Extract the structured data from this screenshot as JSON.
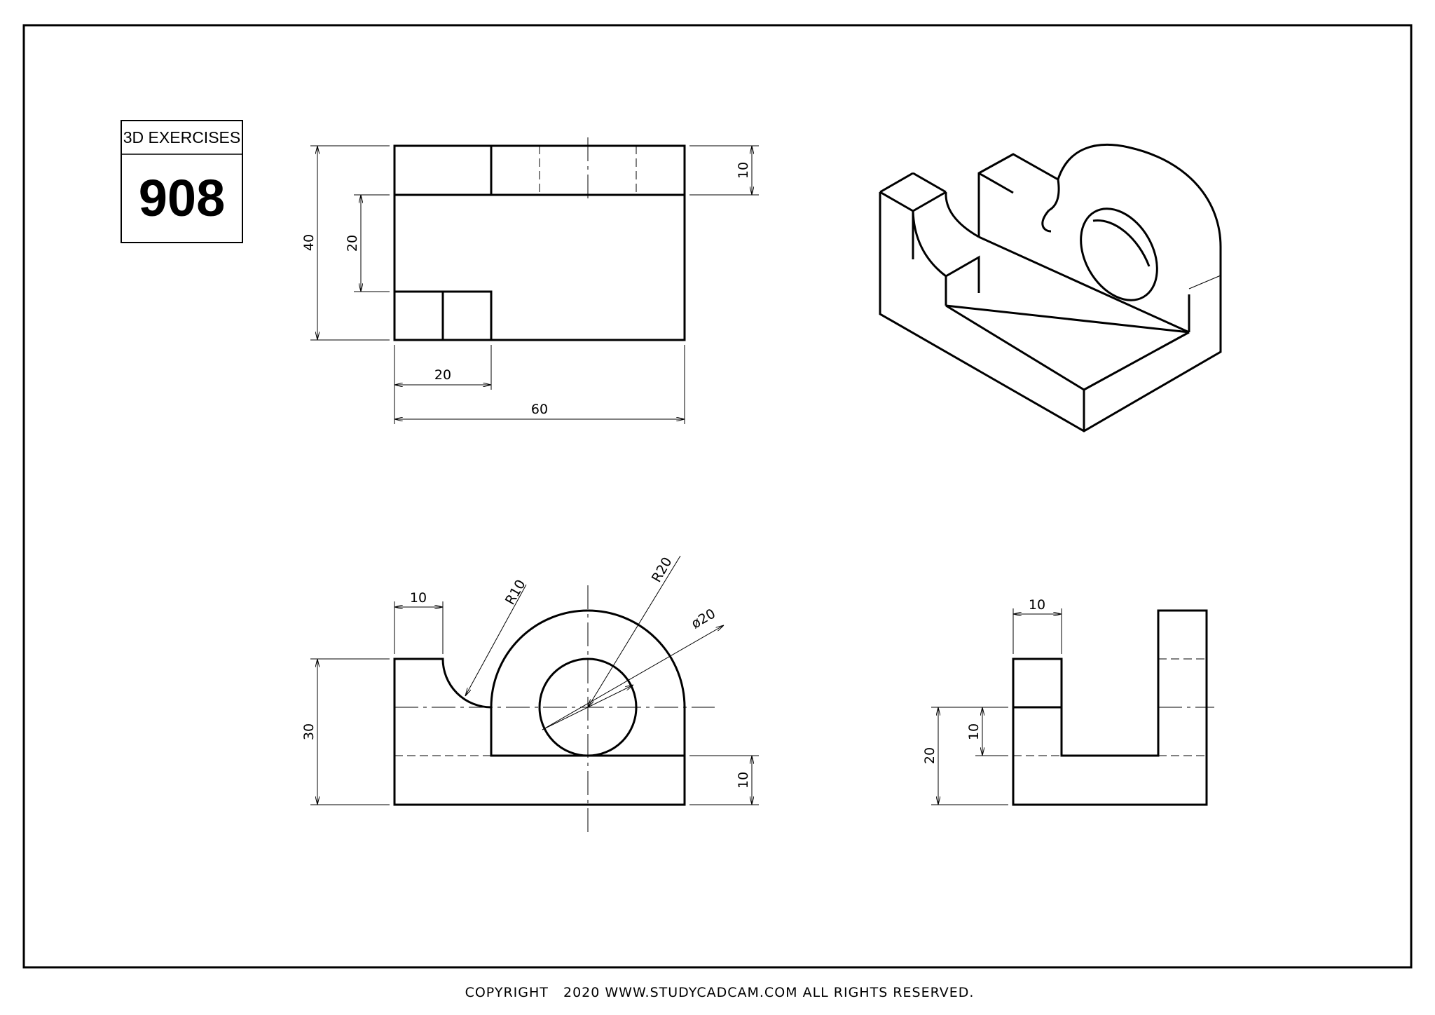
{
  "badge": {
    "title": "3D EXERCISES",
    "number": "908"
  },
  "top_view": {
    "dims": {
      "depth_total": "40",
      "slot_depth": "20",
      "wall_thickness": "10",
      "notch_width": "20",
      "length_total": "60"
    }
  },
  "front_view": {
    "dims": {
      "left_block": "10",
      "fillet_radius": "R10",
      "boss_radius": "R20",
      "hole_diameter": "ø20",
      "height_total": "30",
      "base_thickness": "10"
    }
  },
  "side_view": {
    "dims": {
      "post_width": "10",
      "post_height": "10",
      "side_height": "20"
    }
  },
  "footer": {
    "copyright": "COPYRIGHT   2020 WWW.STUDYCADCAM.COM ALL RIGHTS RESERVED."
  }
}
